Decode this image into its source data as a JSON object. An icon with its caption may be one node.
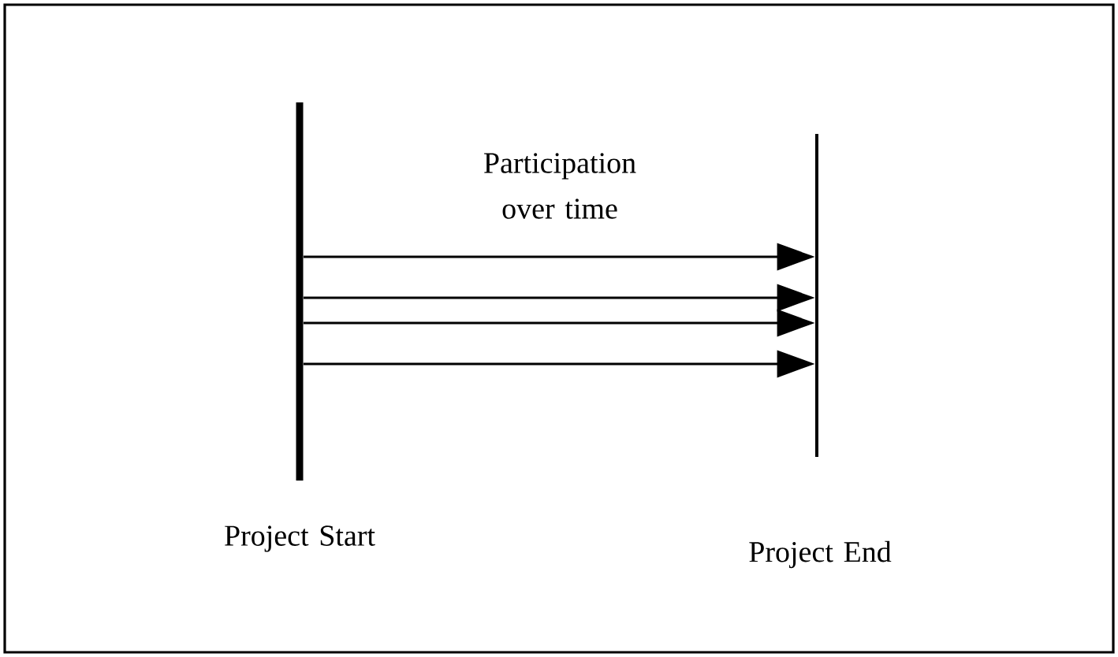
{
  "diagram": {
    "nodes": [
      {
        "text": [],
        "shape": "bar",
        "beside": [
          "Project Start"
        ]
      },
      {
        "text": [],
        "shape": "bar",
        "beside": [
          "Project End"
        ]
      }
    ],
    "edges": [
      {
        "from": 0,
        "to": 1,
        "arrow": "to"
      },
      {
        "from": 0,
        "to": 1,
        "arrow": "to"
      },
      {
        "from": 0,
        "to": 1,
        "arrow": "to"
      },
      {
        "from": 0,
        "to": 1,
        "arrow": "to"
      }
    ],
    "labels": [
      "Participation over time"
    ]
  }
}
